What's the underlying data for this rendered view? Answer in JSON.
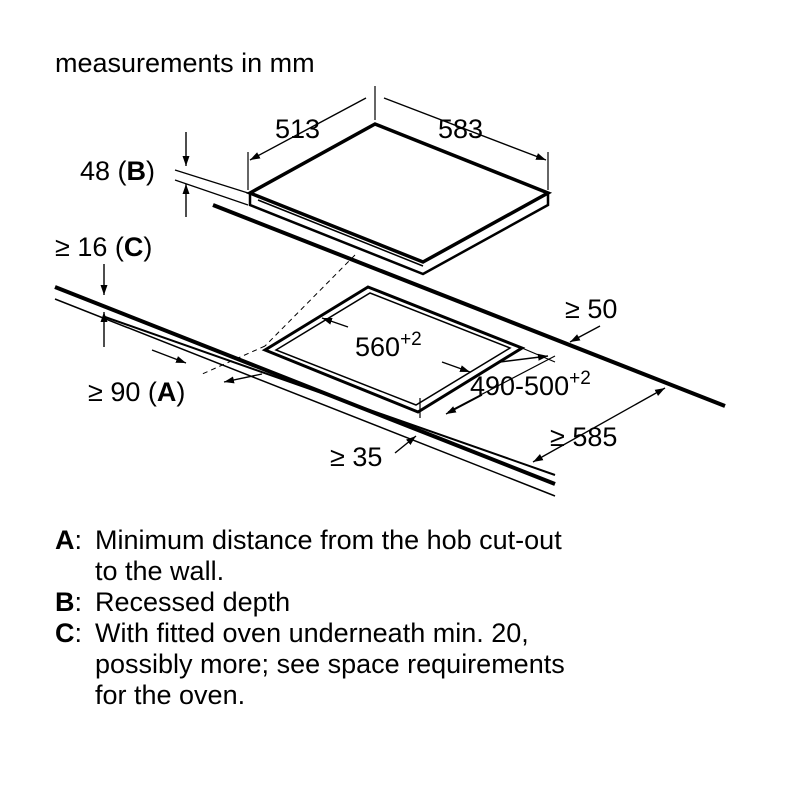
{
  "title": "measurements in mm",
  "dimensions": {
    "hob_depth": "513",
    "hob_width": "583",
    "recessed_depth": "48",
    "recessed_depth_key": "B",
    "oven_gap": "≥ 16",
    "oven_gap_key": "C",
    "wall_distance": "≥ 90",
    "wall_distance_key": "A",
    "cutout_width": "560",
    "cutout_width_tol": "+2",
    "cutout_depth": "490-500",
    "cutout_depth_tol": "+2",
    "rear_edge_min": "≥ 50",
    "front_edge_min": "≥ 35",
    "worktop_depth_min": "≥ 585"
  },
  "legend": [
    {
      "key": "A",
      "sep": ":",
      "lines": [
        "Minimum distance from the hob cut-out",
        "to the wall."
      ]
    },
    {
      "key": "B",
      "sep": ":",
      "lines": [
        "Recessed depth"
      ]
    },
    {
      "key": "C",
      "sep": ":",
      "lines": [
        "With fitted oven underneath min. 20,",
        "possibly more; see space requirements",
        "for the oven."
      ]
    }
  ]
}
